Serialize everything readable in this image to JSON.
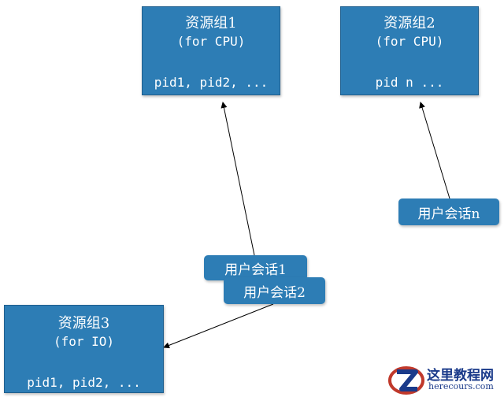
{
  "colors": {
    "box_fill": "#2d7db5",
    "box_text": "#ffffff",
    "arrow": "#000000"
  },
  "groups": {
    "group1": {
      "title": "资源组1",
      "subtitle": "(for CPU)",
      "pids": "pid1, pid2, ..."
    },
    "group2": {
      "title": "资源组2",
      "subtitle": "(for CPU)",
      "pids": "pid n ..."
    },
    "group3": {
      "title": "资源组3",
      "subtitle": "(for IO)",
      "pids": "pid1, pid2, ..."
    }
  },
  "sessions": {
    "session1": "用户会话1",
    "session2": "用户会话2",
    "sessionN": "用户会话n"
  },
  "watermark": {
    "name": "这里教程网",
    "domain": "herecours.com"
  }
}
